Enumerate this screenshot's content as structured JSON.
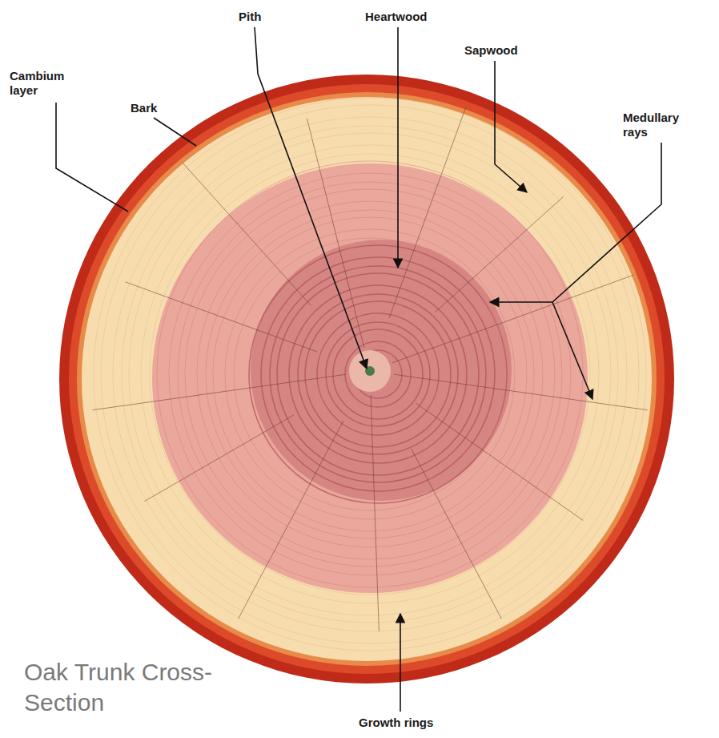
{
  "diagram": {
    "caption": "Oak Trunk Cross-Section",
    "labels": [
      "Pith",
      "Heartwood",
      "Sapwood",
      "Medullary rays",
      "Cambium layer",
      "Bark",
      "Growth rings"
    ]
  }
}
